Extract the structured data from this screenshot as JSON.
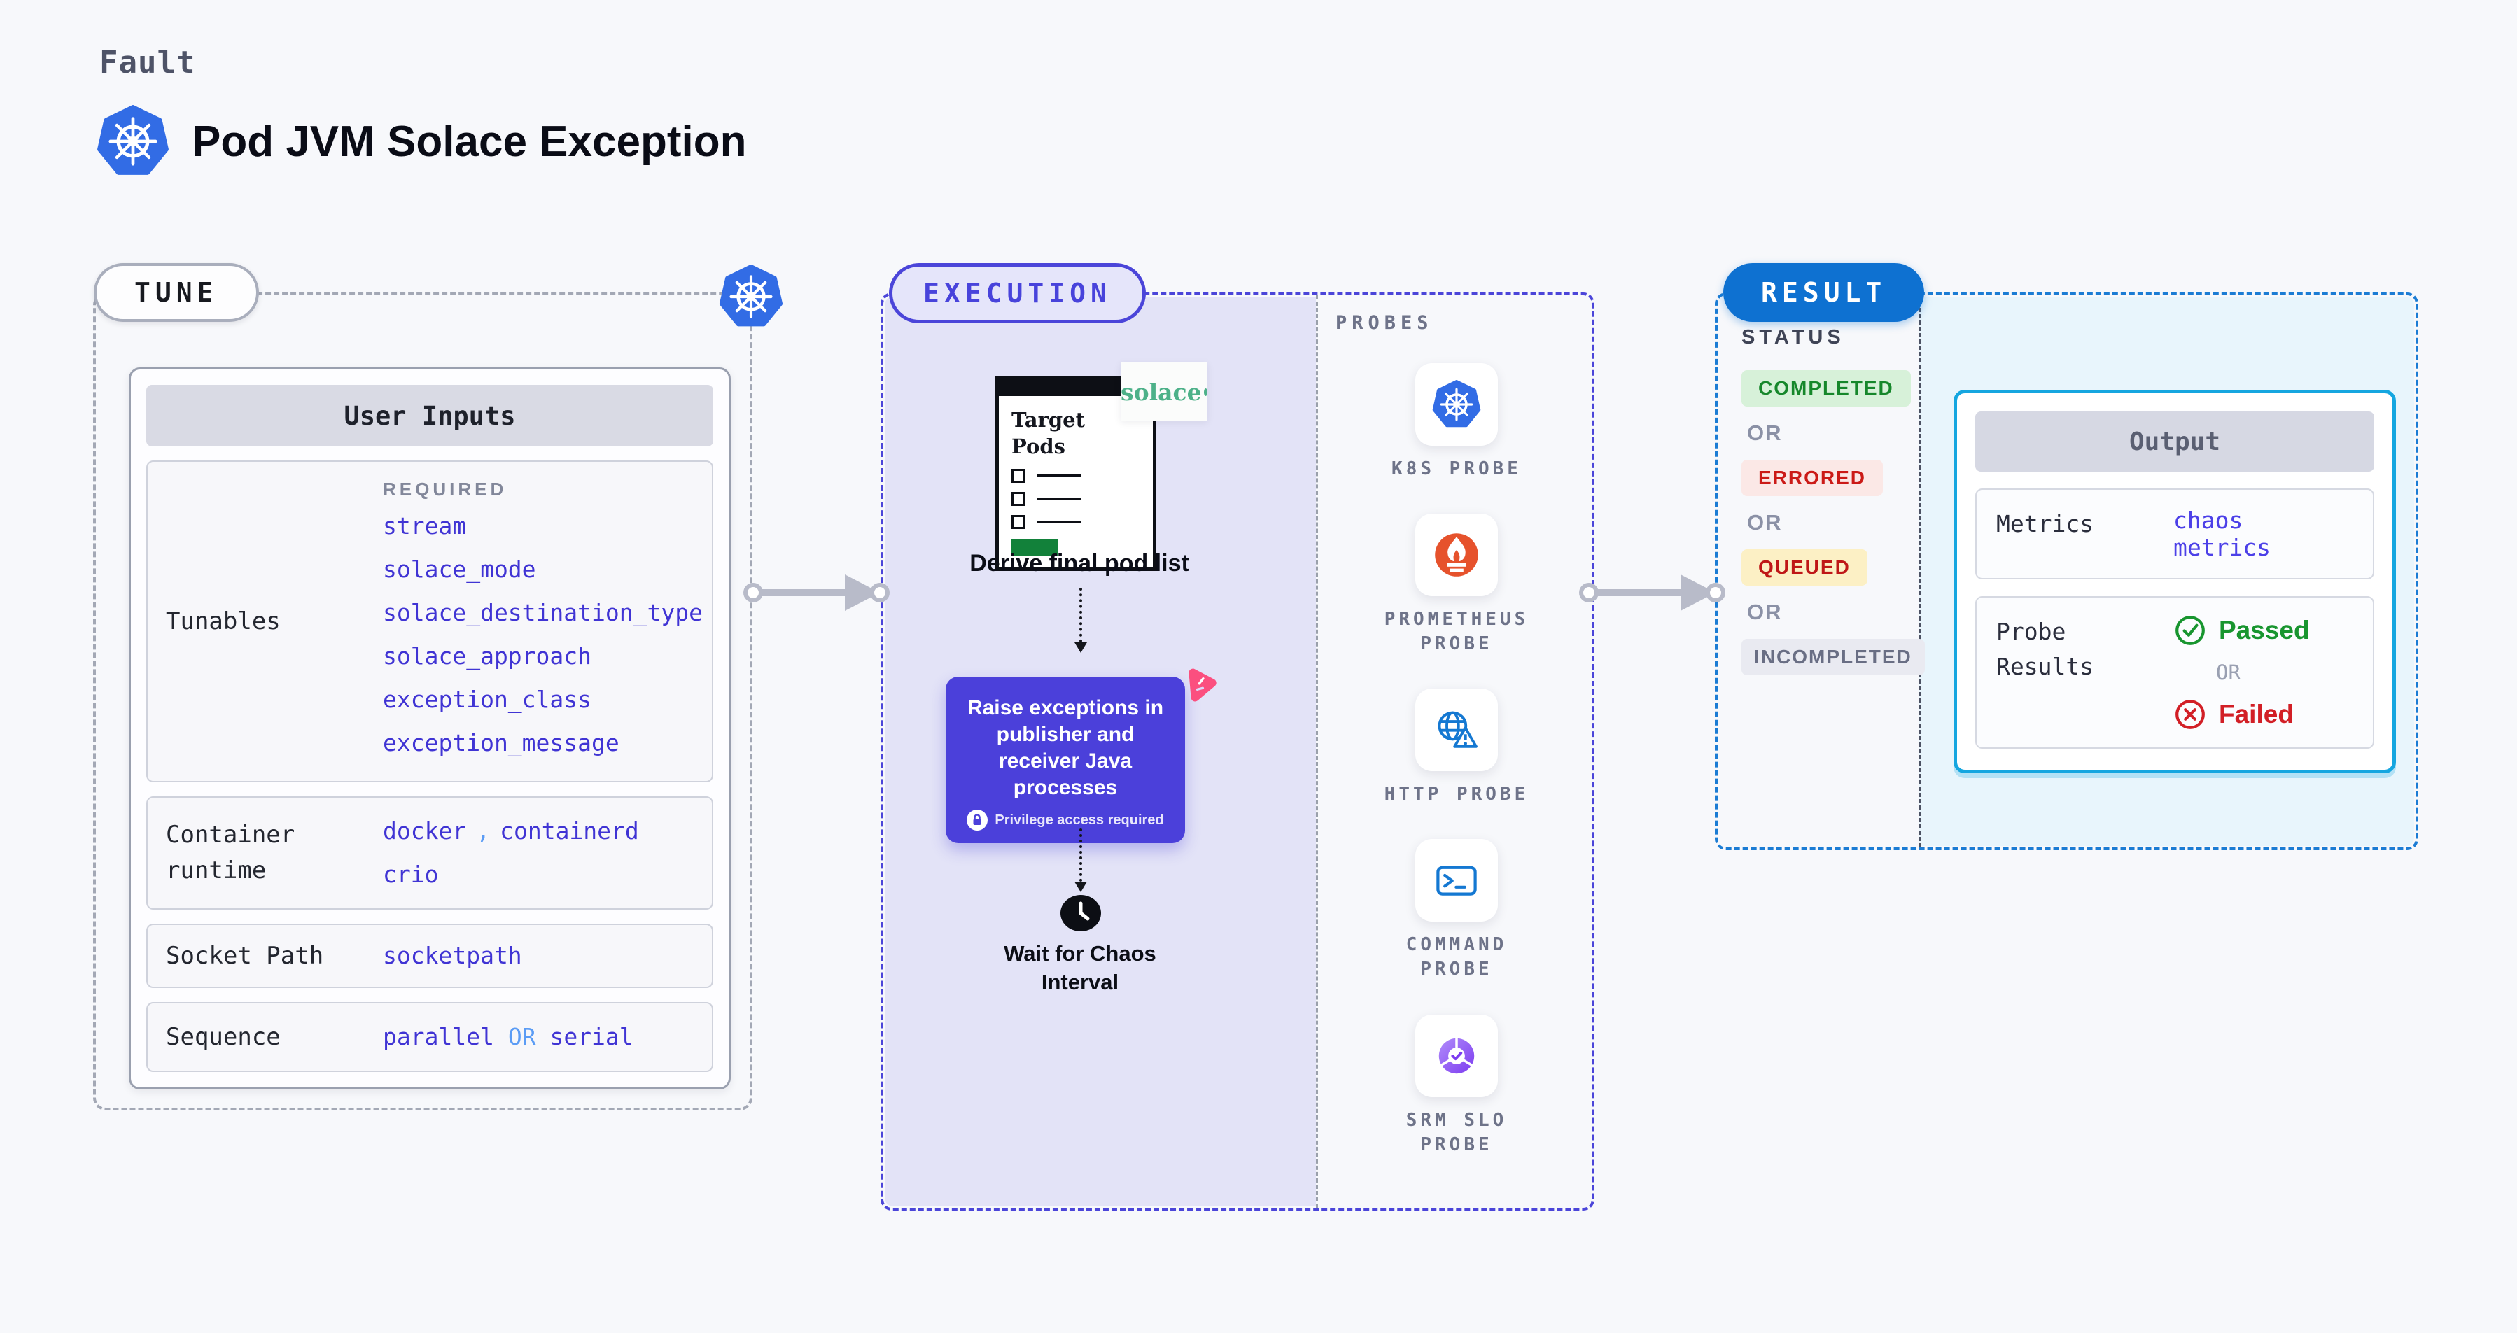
{
  "page": {
    "kicker": "Fault",
    "title": "Pod JVM Solace Exception"
  },
  "colors": {
    "background": "#f7f8fb",
    "accent_indigo": "#4b45d9",
    "value_blue": "#4034d4",
    "light_blue": "#5b9cf5",
    "result_blue": "#0e71d1",
    "result_border": "#1b7cd4",
    "output_border": "#15a6e0",
    "k8s_blue": "#326ce5",
    "prometheus_orange": "#e6522c",
    "probe_icon_blue": "#1478d2",
    "srm_purple": "#7c3bf0",
    "solace_green": "#4db189",
    "purple_box": "#4b40da",
    "pink_icon": "#fb4f7f",
    "execution_fill": "#e3e3f7",
    "result_fill": "#e8f5fc",
    "passed_green": "#18952f",
    "failed_red": "#d21f26",
    "completed_bg": "#d7f1d9",
    "completed_text": "#16872b",
    "errored_bg": "#fbe8e6",
    "errored_text": "#cb1a17",
    "queued_bg": "#fcf0c5",
    "queued_text": "#bf1717",
    "incompleted_bg": "#e9eaf1",
    "incompleted_text": "#696e84"
  },
  "icons": {
    "kubernetes-icon": "blue heptagon with white helm wheel",
    "solace-logo": "green serif wordmark with dot",
    "chaos-icon": "pink rounded triangle",
    "clock-icon": "black clock with white hands",
    "lock-icon": "white circle with padlock",
    "globe-warning-icon": "blue globe with warning triangle",
    "terminal-icon": "blue terminal prompt",
    "flame-icon": "orange circle with white flame",
    "slo-pie-icon": "purple segmented pie with check",
    "check-circle-icon": "green circled check",
    "x-circle-icon": "red circled x"
  },
  "tune": {
    "pill": "TUNE",
    "card_header": "User Inputs",
    "tunables": {
      "label": "Tunables",
      "tag": "REQUIRED",
      "values": [
        "stream",
        "solace_mode",
        "solace_destination_type",
        "solace_approach",
        "exception_class",
        "exception_message"
      ]
    },
    "container": {
      "label": "Container runtime",
      "values": [
        "docker",
        "containerd",
        "crio"
      ],
      "separator": ","
    },
    "socket": {
      "label": "Socket Path",
      "value": "socketpath"
    },
    "sequence": {
      "label": "Sequence",
      "value1": "parallel",
      "or": "OR",
      "value2": "serial"
    }
  },
  "execution": {
    "pill": "EXECUTION",
    "target_pods": "Target Pods",
    "solace_logo": "solace",
    "derive_label": "Derive final pod list",
    "raise_label": "Raise exceptions in publisher and receiver Java processes",
    "privilege_label": "Privilege access required",
    "wait_label": "Wait for Chaos Interval"
  },
  "probes": {
    "title": "PROBES",
    "items": [
      {
        "label": "K8S PROBE",
        "icon": "kubernetes-icon"
      },
      {
        "label": "PROMETHEUS PROBE",
        "icon": "flame-icon"
      },
      {
        "label": "HTTP PROBE",
        "icon": "globe-warning-icon"
      },
      {
        "label": "COMMAND PROBE",
        "icon": "terminal-icon"
      },
      {
        "label": "SRM SLO PROBE",
        "icon": "slo-pie-icon"
      }
    ]
  },
  "result": {
    "pill": "RESULT",
    "status_title": "STATUS",
    "or": "OR",
    "statuses": [
      {
        "label": "COMPLETED"
      },
      {
        "label": "ERRORED"
      },
      {
        "label": "QUEUED"
      },
      {
        "label": "INCOMPLETED"
      }
    ],
    "output": {
      "header": "Output",
      "metrics_label": "Metrics",
      "metrics_value": "chaos metrics",
      "probe_results_label": "Probe Results",
      "passed": "Passed",
      "or": "OR",
      "failed": "Failed"
    }
  }
}
